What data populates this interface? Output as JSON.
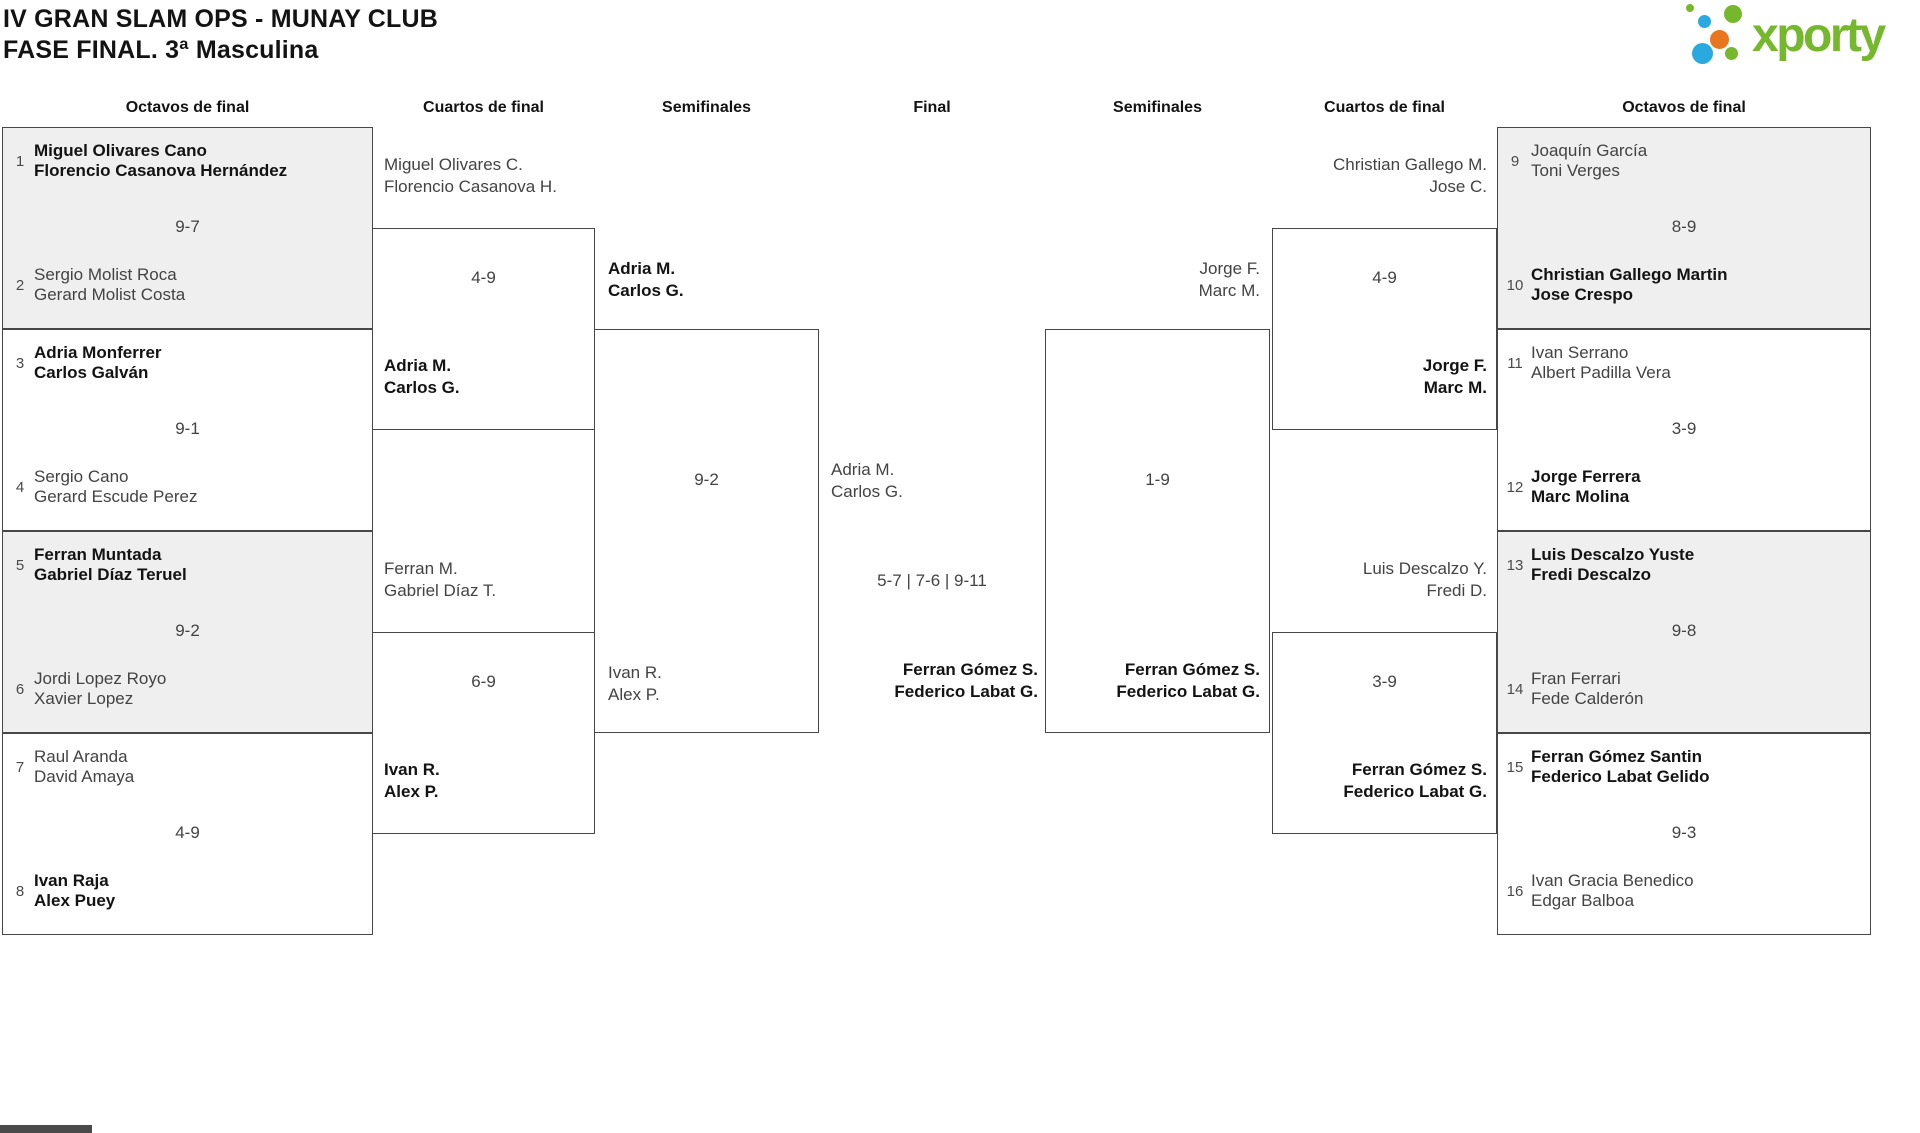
{
  "title": {
    "line1": "IV GRAN SLAM OPS - MUNAY CLUB",
    "line2": "FASE FINAL. 3ª Masculina"
  },
  "logo": {
    "brand": "xporty",
    "colors": {
      "green": "#76b82d",
      "blue": "#2aa9e0",
      "orange": "#e8761e"
    }
  },
  "round_headers": [
    "Octavos de final",
    "Cuartos de final",
    "Semifinales",
    "Final",
    "Semifinales",
    "Cuartos de final",
    "Octavos de final"
  ],
  "r16_left": [
    {
      "t1": {
        "seed": "1",
        "p1": "Miguel Olivares Cano",
        "p2": "Florencio Casanova Hernández",
        "winner": true
      },
      "score": "9-7",
      "t2": {
        "seed": "2",
        "p1": "Sergio Molist Roca",
        "p2": "Gerard Molist Costa",
        "winner": false
      }
    },
    {
      "t1": {
        "seed": "3",
        "p1": "Adria Monferrer",
        "p2": "Carlos Galván",
        "winner": true
      },
      "score": "9-1",
      "t2": {
        "seed": "4",
        "p1": "Sergio Cano",
        "p2": "Gerard Escude Perez",
        "winner": false
      }
    },
    {
      "t1": {
        "seed": "5",
        "p1": "Ferran Muntada",
        "p2": "Gabriel Díaz Teruel",
        "winner": true
      },
      "score": "9-2",
      "t2": {
        "seed": "6",
        "p1": "Jordi Lopez Royo",
        "p2": "Xavier Lopez",
        "winner": false
      }
    },
    {
      "t1": {
        "seed": "7",
        "p1": "Raul Aranda",
        "p2": "David Amaya",
        "winner": false
      },
      "score": "4-9",
      "t2": {
        "seed": "8",
        "p1": "Ivan Raja",
        "p2": "Alex Puey",
        "winner": true
      }
    }
  ],
  "qf_left": [
    {
      "top": {
        "p1": "Miguel Olivares C.",
        "p2": "Florencio Casanova H.",
        "winner": false
      },
      "score": "4-9",
      "bottom": {
        "p1": "Adria M.",
        "p2": "Carlos G.",
        "winner": true
      }
    },
    {
      "top": {
        "p1": "Ferran M.",
        "p2": "Gabriel Díaz T.",
        "winner": false
      },
      "score": "6-9",
      "bottom": {
        "p1": "Ivan R.",
        "p2": "Alex P.",
        "winner": true
      }
    }
  ],
  "sf_left": {
    "top": {
      "p1": "Adria M.",
      "p2": "Carlos G.",
      "winner": true
    },
    "score": "9-2",
    "bottom": {
      "p1": "Ivan R.",
      "p2": "Alex P.",
      "winner": false
    }
  },
  "final": {
    "left": {
      "p1": "Adria M.",
      "p2": "Carlos G.",
      "winner": false
    },
    "score": "5-7 | 7-6 | 9-11",
    "right": {
      "p1": "Ferran Gómez S.",
      "p2": "Federico Labat G.",
      "winner": true
    }
  },
  "sf_right": {
    "top": {
      "p1": "Jorge F.",
      "p2": "Marc M.",
      "winner": false
    },
    "score": "1-9",
    "bottom": {
      "p1": "Ferran Gómez S.",
      "p2": "Federico Labat G.",
      "winner": true
    }
  },
  "qf_right": [
    {
      "top": {
        "p1": "Christian Gallego M.",
        "p2": "Jose C.",
        "winner": false
      },
      "score": "4-9",
      "bottom": {
        "p1": "Jorge F.",
        "p2": "Marc M.",
        "winner": true
      }
    },
    {
      "top": {
        "p1": "Luis Descalzo Y.",
        "p2": "Fredi D.",
        "winner": false
      },
      "score": "3-9",
      "bottom": {
        "p1": "Ferran Gómez S.",
        "p2": "Federico Labat G.",
        "winner": true
      }
    }
  ],
  "r16_right": [
    {
      "t1": {
        "seed": "9",
        "p1": "Joaquín García",
        "p2": "Toni Verges",
        "winner": false
      },
      "score": "8-9",
      "t2": {
        "seed": "10",
        "p1": "Christian Gallego Martin",
        "p2": "Jose Crespo",
        "winner": true
      }
    },
    {
      "t1": {
        "seed": "11",
        "p1": "Ivan Serrano",
        "p2": "Albert Padilla Vera",
        "winner": false
      },
      "score": "3-9",
      "t2": {
        "seed": "12",
        "p1": "Jorge Ferrera",
        "p2": "Marc Molina",
        "winner": true
      }
    },
    {
      "t1": {
        "seed": "13",
        "p1": "Luis Descalzo Yuste",
        "p2": "Fredi Descalzo",
        "winner": true
      },
      "score": "9-8",
      "t2": {
        "seed": "14",
        "p1": "Fran Ferrari",
        "p2": "Fede Calderón",
        "winner": false
      }
    },
    {
      "t1": {
        "seed": "15",
        "p1": "Ferran Gómez Santin",
        "p2": "Federico Labat Gelido",
        "winner": true
      },
      "score": "9-3",
      "t2": {
        "seed": "16",
        "p1": "Ivan Gracia Benedico",
        "p2": "Edgar Balboa",
        "winner": false
      }
    }
  ],
  "ui_colors": {
    "box_border": "#474747",
    "gray_fill": "#efefef",
    "winner_text": "#131313",
    "loser_text": "#434343"
  }
}
